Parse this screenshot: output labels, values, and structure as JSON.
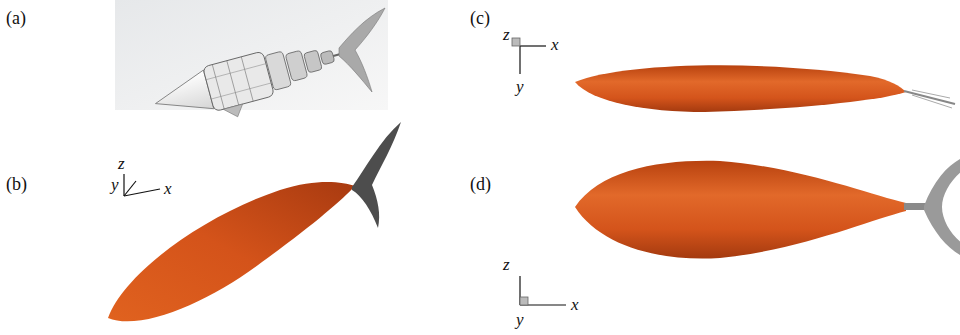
{
  "diagram": {
    "labels": [
      "(a)",
      "(b)",
      "z",
      "y",
      "x",
      "(c)",
      "z",
      "x",
      "y",
      "(d)",
      "z",
      "x",
      "y"
    ]
  }
}
